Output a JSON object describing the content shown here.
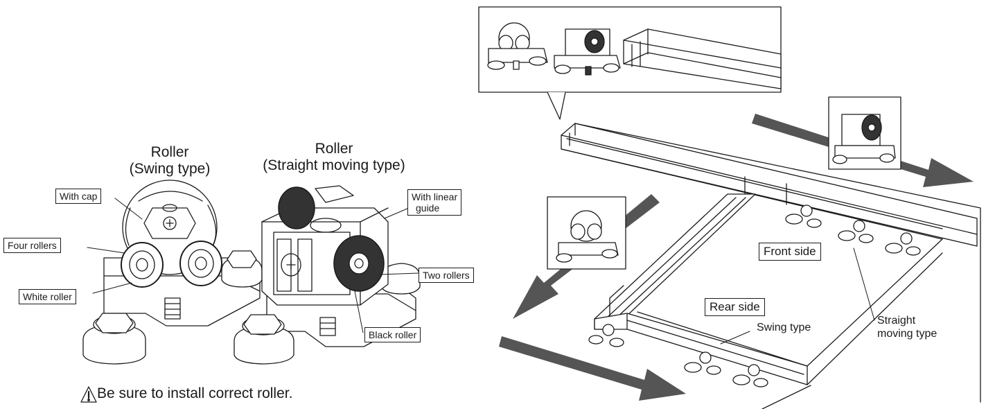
{
  "left_panel": {
    "swing_title_line1": "Roller",
    "swing_title_line2": "(Swing type)",
    "straight_title_line1": "Roller",
    "straight_title_line2": "(Straight moving type)",
    "callouts": {
      "with_cap": "With cap",
      "four_rollers": "Four rollers",
      "white_roller": "White roller",
      "with_linear_guide_line1": "With linear",
      "with_linear_guide_line2": "guide",
      "two_rollers": "Two rollers",
      "black_roller": "Black roller"
    },
    "warning": "Be sure to install correct roller."
  },
  "right_panel": {
    "front_side": "Front side",
    "rear_side": "Rear side",
    "swing_type": "Swing type",
    "straight_moving_line1": "Straight",
    "straight_moving_line2": "moving type"
  },
  "colors": {
    "ink": "#1a1a1a",
    "arrow": "#555555",
    "black_roller": "#333333"
  },
  "icons": [
    "warning-triangle-icon"
  ]
}
